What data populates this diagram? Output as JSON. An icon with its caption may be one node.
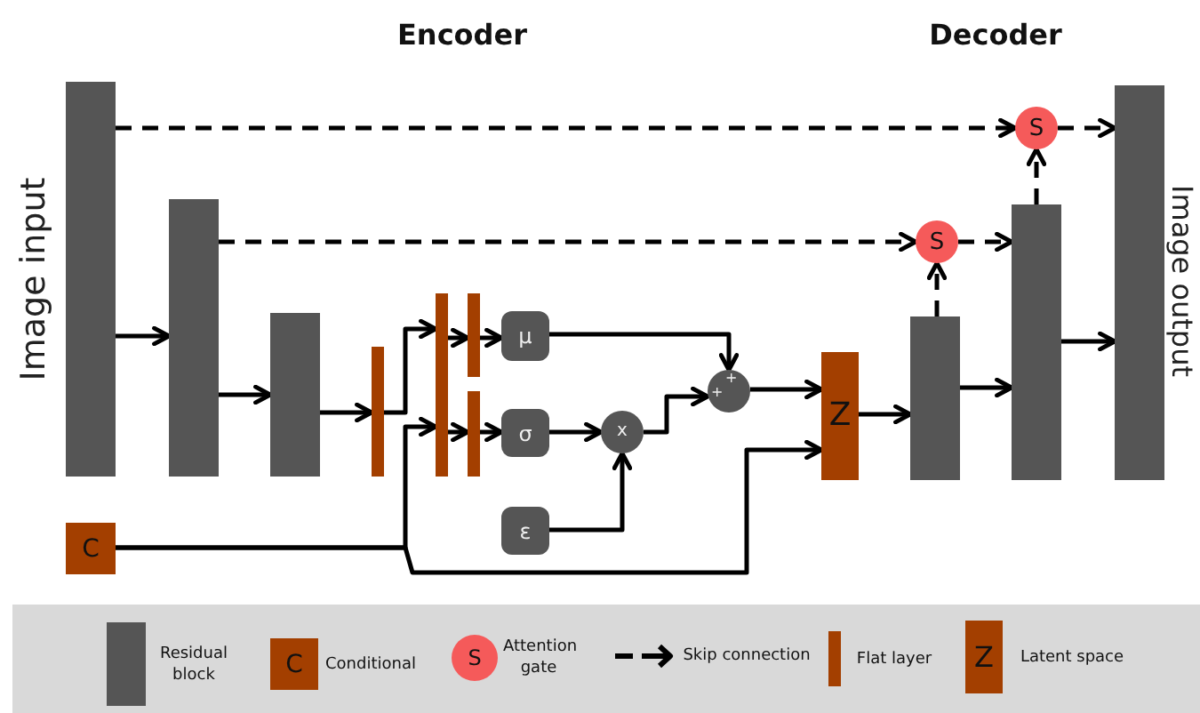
{
  "diagram": {
    "nodes": [
      {
        "text": [],
        "shape": "bar",
        "beside": [
          "Image input"
        ]
      },
      {
        "text": [],
        "shape": "bar"
      },
      {
        "text": [],
        "shape": "bar"
      },
      {
        "text": [],
        "shape": "bar"
      },
      {
        "text": [],
        "shape": "bar"
      },
      {
        "text": [],
        "shape": "bar"
      },
      {
        "text": [],
        "shape": "bar"
      },
      {
        "text": [
          "μ"
        ]
      },
      {
        "text": [
          "σ"
        ]
      },
      {
        "text": [
          "ε"
        ]
      },
      {
        "text": [
          "x"
        ]
      },
      {
        "text": [
          "+",
          "+"
        ]
      },
      {
        "text": [
          "Z"
        ]
      },
      {
        "text": [
          "C"
        ]
      },
      {
        "text": [],
        "shape": "bar"
      },
      {
        "text": [],
        "shape": "bar"
      },
      {
        "text": [],
        "shape": "bar",
        "beside": [
          "Image output"
        ]
      },
      {
        "text": [
          "S"
        ]
      },
      {
        "text": [
          "S"
        ]
      }
    ],
    "edges": [
      {
        "from": 0,
        "to": 1,
        "arrow": "to"
      },
      {
        "from": 1,
        "to": 2,
        "arrow": "to"
      },
      {
        "from": 2,
        "to": 3,
        "arrow": "to"
      },
      {
        "from": 3,
        "to": 4,
        "arrow": "to"
      },
      {
        "from": 4,
        "to": 5,
        "arrow": "to"
      },
      {
        "from": 5,
        "to": 7,
        "arrow": "to"
      },
      {
        "from": 13,
        "to": 4,
        "arrow": "to"
      },
      {
        "from": 4,
        "to": 6,
        "arrow": "to"
      },
      {
        "from": 6,
        "to": 8,
        "arrow": "to"
      },
      {
        "from": 8,
        "to": 10,
        "arrow": "to"
      },
      {
        "from": 9,
        "to": 10,
        "arrow": "to"
      },
      {
        "from": 10,
        "to": 11,
        "arrow": "to"
      },
      {
        "from": 7,
        "to": 11,
        "arrow": "to"
      },
      {
        "from": 11,
        "to": 12,
        "arrow": "to"
      },
      {
        "from": 13,
        "to": 12,
        "arrow": "to"
      },
      {
        "from": 12,
        "to": 14,
        "arrow": "to"
      },
      {
        "from": 14,
        "to": 15,
        "arrow": "to"
      },
      {
        "from": 15,
        "to": 16,
        "arrow": "to"
      },
      {
        "from": 0,
        "to": 18,
        "arrow": "to",
        "style": "dashed"
      },
      {
        "from": 1,
        "to": 17,
        "arrow": "to",
        "style": "dashed"
      },
      {
        "from": 14,
        "to": 17,
        "arrow": "to",
        "style": "dashed"
      },
      {
        "from": 17,
        "to": 15,
        "arrow": "to",
        "style": "dashed"
      },
      {
        "from": 15,
        "to": 18,
        "arrow": "to",
        "style": "dashed"
      },
      {
        "from": 18,
        "to": 16,
        "arrow": "to",
        "style": "dashed"
      }
    ],
    "labels": [
      "Encoder",
      "Decoder",
      "C",
      "S",
      "Z"
    ],
    "legend": [
      {
        "text": "Residual block",
        "color": "#555555"
      },
      {
        "text": "Conditional",
        "color": "#a33f00"
      },
      {
        "text": "Attention gate",
        "color": "#f55a5a"
      },
      {
        "text": "Skip connection"
      },
      {
        "text": "Flat layer",
        "color": "#a33f00"
      },
      {
        "text": "Latent space",
        "color": "#a33f00"
      }
    ]
  }
}
